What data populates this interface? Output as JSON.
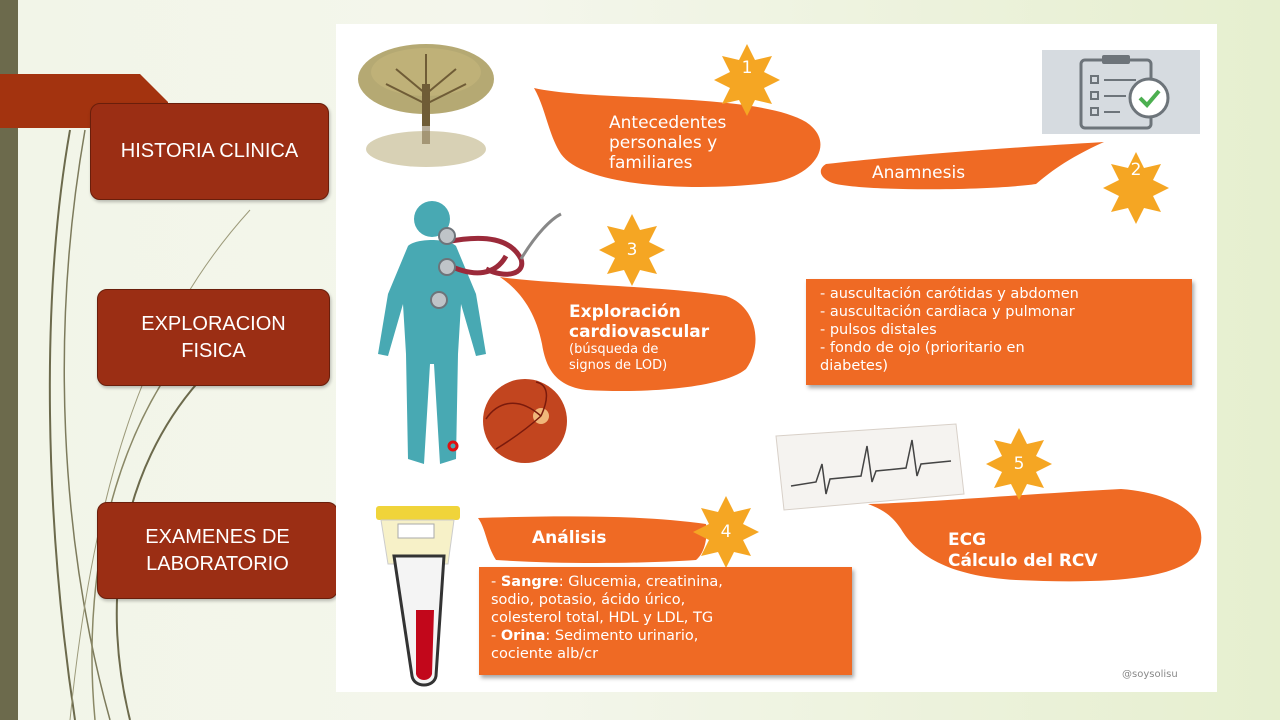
{
  "slide": {
    "buttons": {
      "historia": "HISTORIA CLINICA",
      "exploracion_l1": "EXPLORACION",
      "exploracion_l2": "FISICA",
      "examenes_l1": "EXAMENES DE",
      "examenes_l2": "LABORATORIO"
    }
  },
  "infographic": {
    "steps": {
      "s1": "1",
      "s2": "2",
      "s3": "3",
      "s4": "4",
      "s5": "5"
    },
    "antecedentes": [
      "Antecedentes",
      "personales y",
      "familiares"
    ],
    "anamnesis": "Anamnesis",
    "exploracion_title_l1": "Exploración",
    "exploracion_title_l2": "cardiovascular",
    "exploracion_sub_l1": "(búsqueda de",
    "exploracion_sub_l2": "signos de LOD)",
    "exploracion_items": [
      "- auscultación carótidas y abdomen",
      "- auscultación cardiaca y pulmonar",
      "- pulsos distales",
      "- fondo de ojo (prioritario en",
      "diabetes)"
    ],
    "analisis": "Análisis",
    "analisis_sangre_label": "Sangre",
    "analisis_sangre_l1": ": Glucemia, creatinina,",
    "analisis_l2": "sodio, potasio, ácido úrico,",
    "analisis_l3": "colesterol total, HDL y LDL, TG",
    "analisis_orina_label": "Orina",
    "analisis_orina_l1": ": Sedimento urinario,",
    "analisis_l5": "cociente alb/cr",
    "ecg_l1": "ECG",
    "ecg_l2": "Cálculo del RCV",
    "credit": "@soysolisu"
  },
  "colors": {
    "button_bg": "#9b2e14",
    "accent_orange": "#ef6a24",
    "body_teal": "#48a9b3"
  },
  "icons": [
    "tree-icon",
    "checklist-icon",
    "human-body-icon",
    "stethoscope-icon",
    "retina-icon",
    "ecg-strip-icon",
    "urine-container-icon",
    "blood-tube-icon"
  ]
}
